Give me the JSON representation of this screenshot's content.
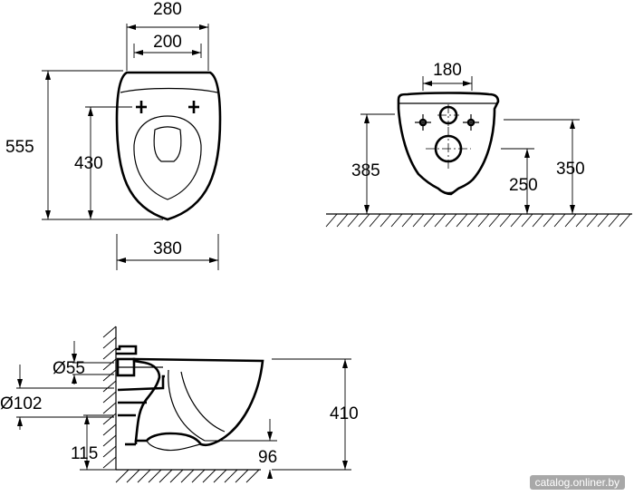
{
  "top_view": {
    "dims": {
      "overall_width": "280",
      "fixing_spacing": "200",
      "overall_length": "555",
      "fixing_to_front": "430",
      "bowl_width": "380"
    }
  },
  "front_view": {
    "dims": {
      "fixing_spacing": "180",
      "fixing_height": "385",
      "outlet_center_height": "250",
      "rim_height": "350"
    }
  },
  "side_view": {
    "dims": {
      "inlet_diameter": "Ø55",
      "outlet_diameter": "Ø102",
      "outlet_height": "115",
      "outlet_projection": "96",
      "rim_height": "410"
    }
  },
  "watermark": "catalog.onliner.by"
}
